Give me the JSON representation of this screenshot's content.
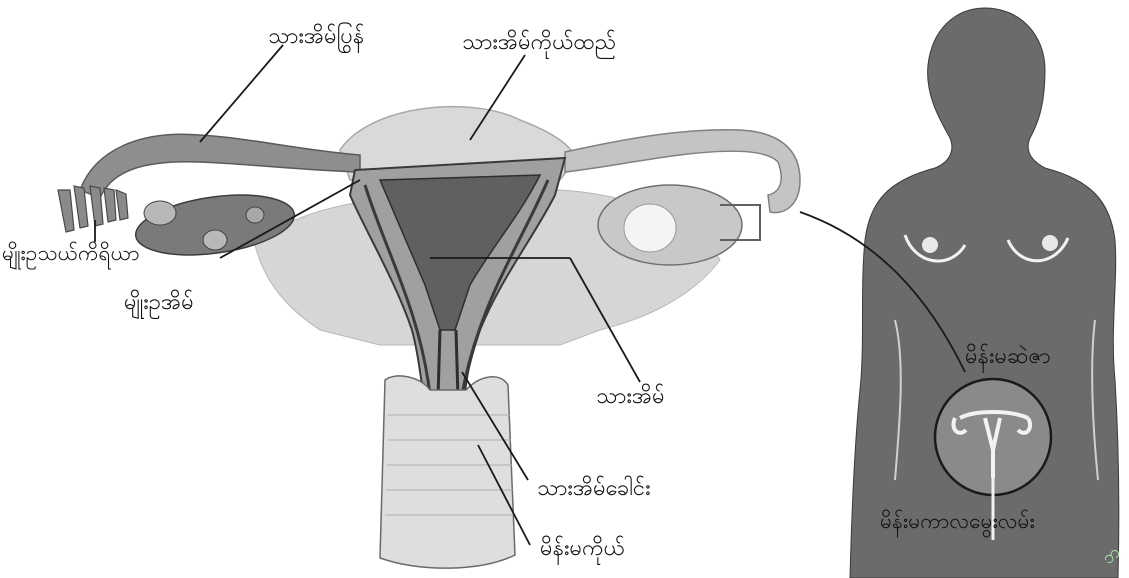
{
  "labels": {
    "fallopian_tube": "သားအိမ်ပြွန်",
    "uterus_body": "သားအိမ်ကိုယ်ထည်",
    "fimbriae": "မျိုးဥသယ်ကိရိယာ",
    "ovary": "မျိုးဥအိမ်",
    "uterus": "သားအိမ်",
    "cervix": "သားအိမ်ခေါင်း",
    "vagina": "မိန်းမကိုယ်",
    "pelvic_region": "မိန်းမဆဲဇာ",
    "genital_tract": "မိန်းမကာလမွေးလမ်း"
  },
  "watermark": "ဘ",
  "colors": {
    "tissue_light": "#d2d2d2",
    "tissue_mid": "#9c9c9c",
    "tissue_dark": "#6e6e6e",
    "silhouette": "#6b6b6b",
    "line": "#1a1a1a"
  }
}
